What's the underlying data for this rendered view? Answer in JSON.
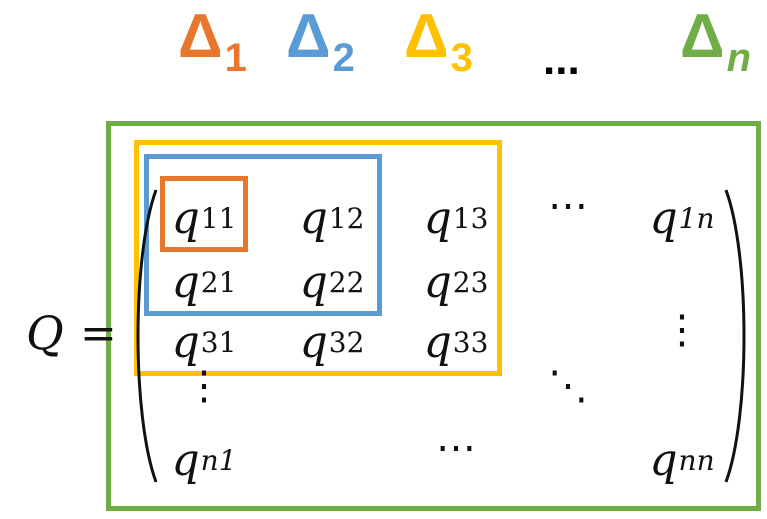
{
  "colors": {
    "delta1": "#e8772e",
    "delta2": "#5b9bd5",
    "delta3": "#ffc000",
    "deltan": "#70ad47",
    "text": "#111111"
  },
  "deltas": [
    {
      "symbol": "Δ",
      "sub": "1",
      "color": "#e8772e"
    },
    {
      "symbol": "Δ",
      "sub": "2",
      "color": "#5b9bd5"
    },
    {
      "symbol": "Δ",
      "sub": "3",
      "color": "#ffc000"
    },
    {
      "symbol": "Δ",
      "sub": "n",
      "color": "#70ad47"
    }
  ],
  "header_ellipsis": "...",
  "matrix": {
    "name": "Q",
    "equals": "=",
    "rows": [
      [
        {
          "base": "q",
          "idx": "11"
        },
        {
          "base": "q",
          "idx": "12"
        },
        {
          "base": "q",
          "idx": "13"
        },
        {
          "text": "⋯"
        },
        {
          "base": "q",
          "idx": "1n"
        }
      ],
      [
        {
          "base": "q",
          "idx": "21"
        },
        {
          "base": "q",
          "idx": "22"
        },
        {
          "base": "q",
          "idx": "23"
        },
        {
          "text": ""
        },
        {
          "text": ""
        }
      ],
      [
        {
          "base": "q",
          "idx": "31"
        },
        {
          "base": "q",
          "idx": "32"
        },
        {
          "base": "q",
          "idx": "33"
        },
        {
          "text": ""
        },
        {
          "text": "⋮"
        }
      ],
      [
        {
          "text": "⋮"
        },
        {
          "text": ""
        },
        {
          "text": ""
        },
        {
          "text": "⋱"
        },
        {
          "text": ""
        }
      ],
      [
        {
          "base": "q",
          "idx": "n1"
        },
        {
          "text": ""
        },
        {
          "text": "⋯"
        },
        {
          "text": ""
        },
        {
          "base": "q",
          "idx": "nn"
        }
      ]
    ]
  }
}
